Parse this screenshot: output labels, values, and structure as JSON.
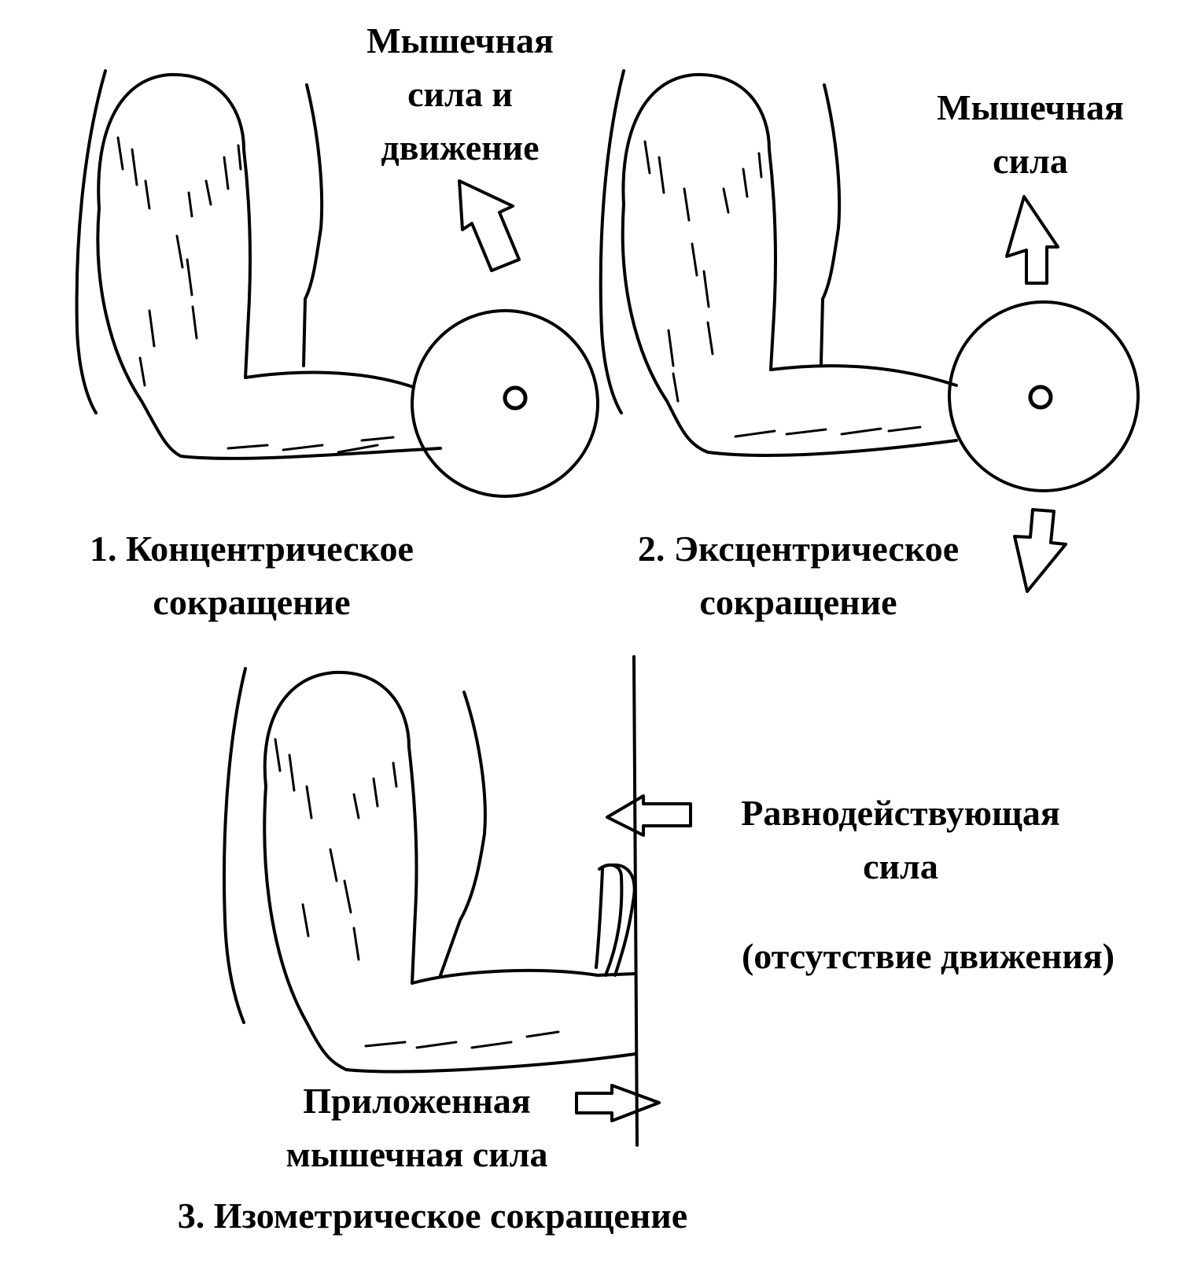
{
  "colors": {
    "ink": "#000000",
    "paper": "#ffffff"
  },
  "panel1": {
    "force_label": [
      "Мышечная",
      "сила и",
      "движение"
    ],
    "caption": [
      "1. Концентрическое",
      "сокращение"
    ]
  },
  "panel2": {
    "force_label": [
      "Мышечная",
      "сила"
    ],
    "caption": [
      "2. Эксцентрическое",
      "сокращение"
    ]
  },
  "panel3": {
    "resultant_label": [
      "Равнодействующая",
      "сила"
    ],
    "no_motion_note": "(отсутствие движения)",
    "applied_label": [
      "Приложенная",
      "мышечная сила"
    ],
    "caption": "3. Изометрическое сокращение"
  }
}
